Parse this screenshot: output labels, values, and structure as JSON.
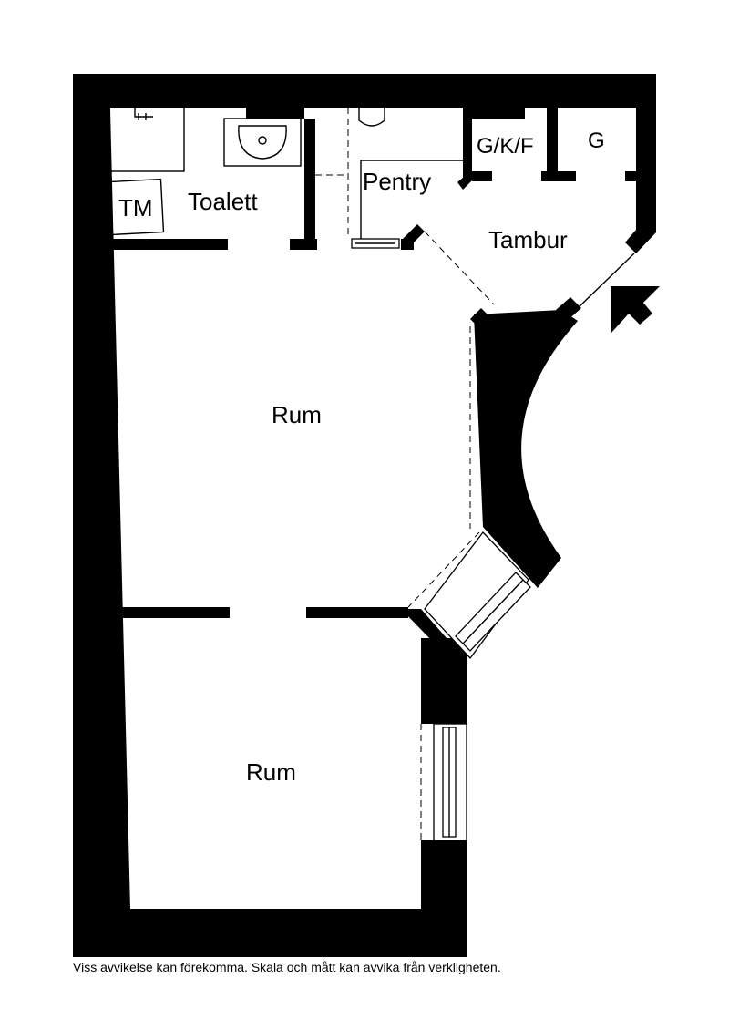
{
  "colors": {
    "wall": "#000000",
    "background": "#ffffff"
  },
  "rooms": {
    "toalett": "Toalett",
    "tm": "TM",
    "pentry": "Pentry",
    "gkf": "G/K/F",
    "g": "G",
    "tambur": "Tambur",
    "rum_upper": "Rum",
    "rum_lower": "Rum"
  },
  "entrance_icon": "entrance-arrow-icon",
  "disclaimer": "Viss avvikelse kan förekomma. Skala och mått kan avvika från verkligheten."
}
